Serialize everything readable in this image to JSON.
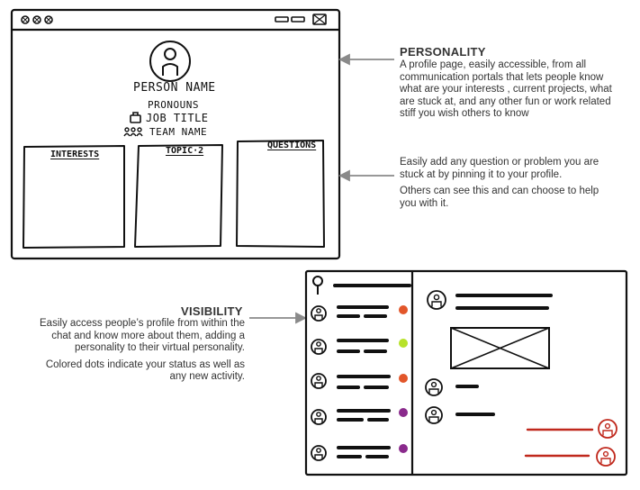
{
  "profile_window": {
    "person_name": "PERSON NAME",
    "pronouns": "PRONOUNS",
    "job_title": "JOB TITLE",
    "team_name": "TEAM NAME",
    "panels": [
      "INTERESTS",
      "TOPIC·2",
      "QUESTIONS"
    ]
  },
  "personality": {
    "heading": "PERSONALITY",
    "lines": [
      "A profile page, easily accessible, from all",
      "communication portals that lets people know",
      "what are your interests , current projects, what",
      "are stuck at, and any other fun or work related",
      "stiff you wish others to know"
    ]
  },
  "pinning": {
    "paragraph1": [
      "Easily add any question or problem you are",
      "stuck at by pinning it to your profile."
    ],
    "paragraph2": [
      "Others can see this and can choose to help",
      "you with it."
    ]
  },
  "visibility": {
    "heading": "VISIBILITY",
    "paragraph1": [
      "Easily access people’s profile from within the",
      "chat and know more about them, adding a",
      "personality to  their virtual personality."
    ],
    "paragraph2": [
      "Colored  dots indicate  your status as well as",
      "any new activity."
    ]
  },
  "colors": {
    "dot_orange": "#e2562a",
    "dot_green": "#b7e22a",
    "dot_purple": "#8a2a8c",
    "reply_red": "#c0281c",
    "arrow_gray": "#8a8a8a"
  }
}
